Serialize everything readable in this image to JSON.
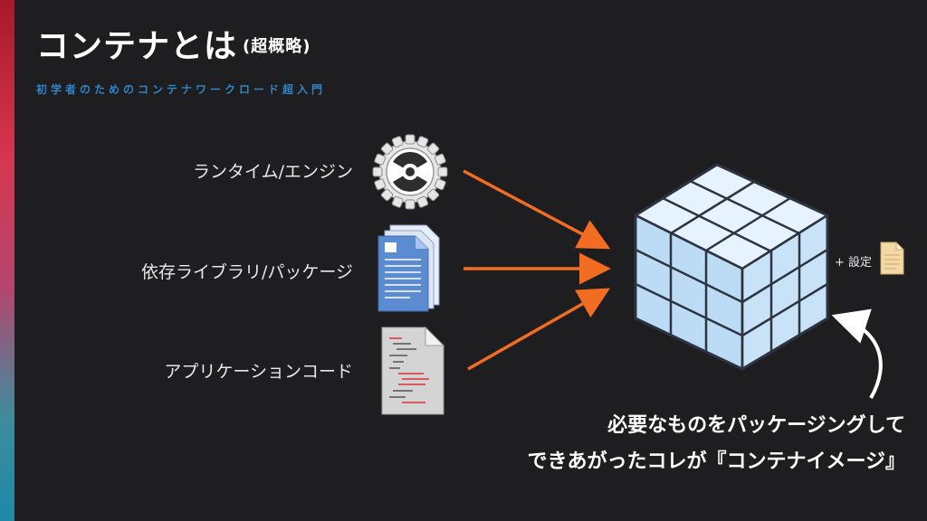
{
  "header": {
    "title": "コンテナとは",
    "title_note": "(超概略)",
    "subtitle": "初学者のためのコンテナワークロード超入門"
  },
  "inputs": [
    {
      "label": "ランタイム/エンジン",
      "icon": "gear-icon"
    },
    {
      "label": "依存ライブラリ/パッケージ",
      "icon": "documents-icon"
    },
    {
      "label": "アプリケーションコード",
      "icon": "code-file-icon"
    }
  ],
  "result": {
    "icon": "cube-grid-icon",
    "extra_label": "+ 設定",
    "extra_icon": "config-file-icon"
  },
  "caption": {
    "line1": "必要なものをパッケージングして",
    "line2": "できあがったコレが『コンテナイメージ』"
  },
  "colors": {
    "background": "#1e1e20",
    "arrow": "#f26d21",
    "subtitle": "#2f84c9",
    "cube": "#bfe0f7"
  }
}
